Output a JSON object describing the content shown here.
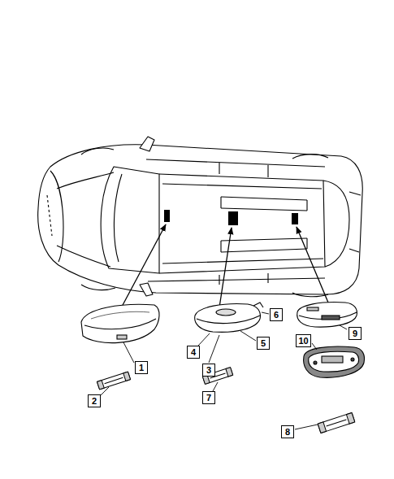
{
  "diagram": {
    "nodes": [
      {
        "text": [
          "6"
        ]
      },
      {
        "text": [
          "9"
        ]
      },
      {
        "text": [
          "10"
        ]
      },
      {
        "text": [
          "5"
        ]
      },
      {
        "text": [
          "4"
        ]
      },
      {
        "text": [
          "1"
        ]
      },
      {
        "text": [
          "3"
        ]
      },
      {
        "text": [
          "7"
        ]
      },
      {
        "text": [
          "2"
        ]
      },
      {
        "text": [
          "8"
        ]
      }
    ]
  }
}
